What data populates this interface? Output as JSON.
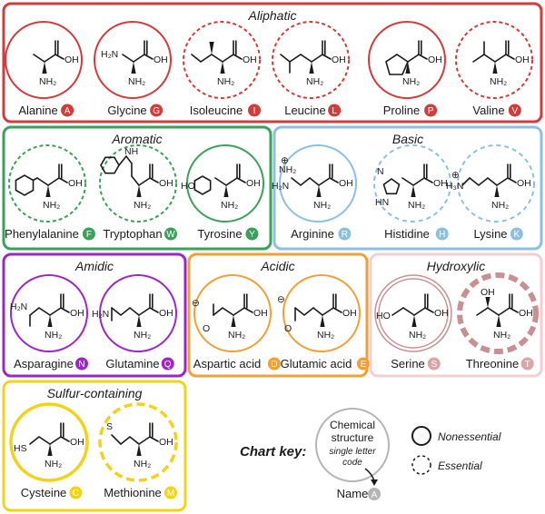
{
  "groups": [
    {
      "key": "aliphatic",
      "title": "Aliphatic",
      "color": "#d43b3b",
      "fill": "#ffffff",
      "amino_acids": [
        {
          "name": "Alanine",
          "code": "A",
          "essential": false
        },
        {
          "name": "Glycine",
          "code": "G",
          "essential": false
        },
        {
          "name": "Isoleucine",
          "code": "I",
          "essential": true
        },
        {
          "name": "Leucine",
          "code": "L",
          "essential": true
        },
        {
          "name": "Proline",
          "code": "P",
          "essential": false
        },
        {
          "name": "Valine",
          "code": "V",
          "essential": true
        }
      ]
    },
    {
      "key": "aromatic",
      "title": "Aromatic",
      "color": "#3aa15a",
      "fill": "#ffffff",
      "amino_acids": [
        {
          "name": "Phenylalanine",
          "code": "F",
          "essential": true
        },
        {
          "name": "Tryptophan",
          "code": "W",
          "essential": true
        },
        {
          "name": "Tyrosine",
          "code": "Y",
          "essential": false
        }
      ]
    },
    {
      "key": "basic",
      "title": "Basic",
      "color": "#8cc0e3",
      "fill": "#ffffff",
      "amino_acids": [
        {
          "name": "Arginine",
          "code": "R",
          "essential": false
        },
        {
          "name": "Histidine",
          "code": "H",
          "essential": true
        },
        {
          "name": "Lysine",
          "code": "K",
          "essential": true
        }
      ]
    },
    {
      "key": "amidic",
      "title": "Amidic",
      "color": "#9b27c6",
      "fill": "#ffffff",
      "amino_acids": [
        {
          "name": "Asparagine",
          "code": "N",
          "essential": false
        },
        {
          "name": "Glutamine",
          "code": "Q",
          "essential": false
        }
      ]
    },
    {
      "key": "acidic",
      "title": "Acidic",
      "color": "#f2a035",
      "fill": "#ffffff",
      "amino_acids": [
        {
          "name": "Aspartic acid",
          "code": "D",
          "essential": false
        },
        {
          "name": "Glutamic acid",
          "code": "E",
          "essential": false
        }
      ]
    },
    {
      "key": "hydroxylic",
      "title": "Hydroxylic",
      "color": "#f3cfd1",
      "fill": "#ffffff",
      "circle_color": "#c98f93",
      "badge_color": "#d9a5a8",
      "amino_acids": [
        {
          "name": "Serine",
          "code": "S",
          "essential": false
        },
        {
          "name": "Threonine",
          "code": "T",
          "essential": true
        }
      ]
    },
    {
      "key": "sulfur",
      "title": "Sulfur-containing",
      "color": "#f2d31a",
      "fill": "#ffffff",
      "amino_acids": [
        {
          "name": "Cysteine",
          "code": "C",
          "essential": false
        },
        {
          "name": "Methionine",
          "code": "M",
          "essential": true
        }
      ]
    }
  ],
  "chem_labels": {
    "oh": "OH",
    "nh2": "NH₂",
    "h2n": "H₂N",
    "nh": "NH",
    "n": "N",
    "h": "H",
    "ho": "HO",
    "s": "S",
    "hs": "HS",
    "o_minus": "⊖",
    "plus": "⊕",
    "o": "O",
    "h3n": "H₃N",
    "hn": "HN",
    "h2n_arg": "H₂N",
    "nh2_arg": "NH₂"
  },
  "key": {
    "title": "Chart key:",
    "structure_line1": "Chemical",
    "structure_line2": "structure",
    "code_line1": "single letter",
    "code_line2": "code",
    "name_label": "Name",
    "name_badge": "A",
    "nonessential": "Nonessential",
    "essential": "Essential"
  }
}
